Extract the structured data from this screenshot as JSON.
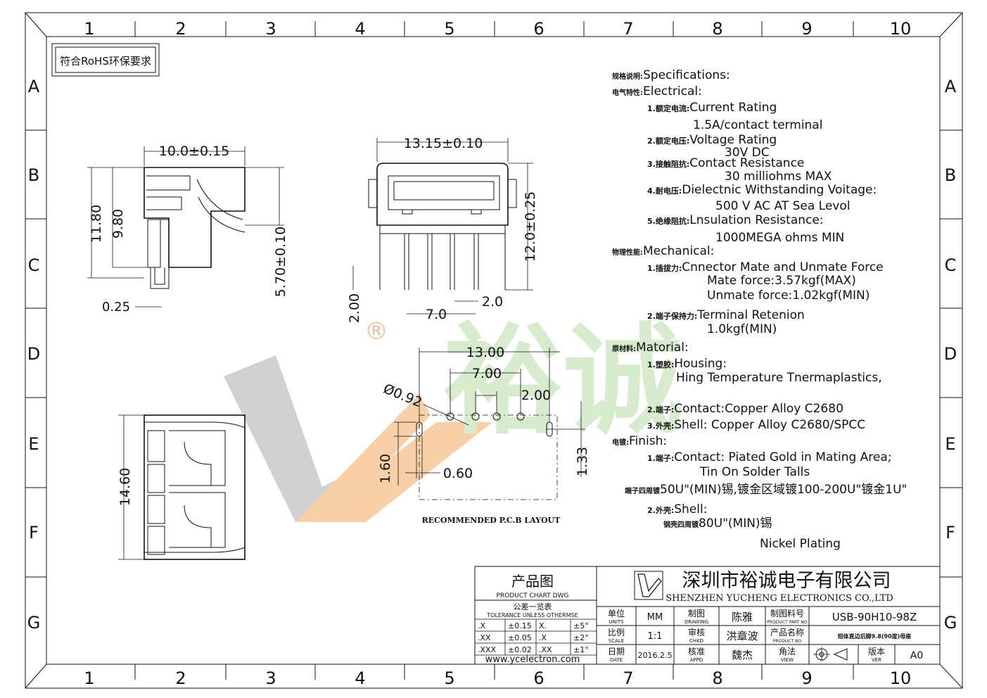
{
  "frame": {
    "col_labels": [
      "1",
      "2",
      "3",
      "4",
      "5",
      "6",
      "7",
      "8",
      "9",
      "10"
    ],
    "row_labels": [
      "A",
      "B",
      "C",
      "D",
      "E",
      "F",
      "G"
    ]
  },
  "rohs_badge": "符合RoHS环保要求",
  "side_view": {
    "width_dim": "10.0±0.15",
    "height_outer": "11.80",
    "height_inner": "9.80",
    "pin_offset": "5.70±0.10",
    "thickness": "0.25"
  },
  "front_view": {
    "width_dim": "13.15±0.10",
    "height_dim": "12.0±0.25",
    "pin_length": "2.00",
    "pin_pitch": "2.0",
    "pin_span": "7.0"
  },
  "pcb_layout": {
    "width": "13.00",
    "pin_span": "7.00",
    "pin_pitch": "2.00",
    "hole_dia": "Ø0.92",
    "slot_height": "1.60",
    "slot_width": "0.60",
    "offset": "1.33",
    "caption": "RECOMMENDED  P.C.B LAYOUT"
  },
  "bottom_view": {
    "height_dim": "14.60"
  },
  "specs": [
    {
      "zh": "规格说明:",
      "en": "Specifications:",
      "indent": 0
    },
    {
      "zh": "电气特性:",
      "en": "Electrical:",
      "indent": 0
    },
    {
      "zh": "1.额定电流:",
      "en": "Current  Rating",
      "indent": 1
    },
    {
      "zh": "",
      "en": "1.5A/contact  terminal",
      "indent": 2
    },
    {
      "zh": "2.额定电压:",
      "en": "Voltage  Rating",
      "indent": 1
    },
    {
      "zh": "",
      "en": "30V  DC",
      "indent": 3
    },
    {
      "zh": "3.接触阻抗:",
      "en": "Contact  Resistance",
      "indent": 1
    },
    {
      "zh": "",
      "en": "30  milliohms  MAX",
      "indent": 3
    },
    {
      "zh": "4.耐电压:",
      "en": "Dielectnic  Withstanding  Voitage:",
      "indent": 1
    },
    {
      "zh": "",
      "en": "500  V  AC  AT  Sea  Levol",
      "indent": 4
    },
    {
      "zh": "5.绝缘阻抗:",
      "en": "Lnsulation  Resistance:",
      "indent": 1
    },
    {
      "zh": "",
      "en": "1000MEGA  ohms  MIN",
      "indent": 4
    },
    {
      "zh": "物理性能:",
      "en": "Mechanical:",
      "indent": 0
    },
    {
      "zh": "1.插拔力:",
      "en": "Cnnector  Mate  and  Unmate  Force",
      "indent": 1
    },
    {
      "zh": "",
      "en": "Mate  force:3.57kgf(MAX)",
      "indent": 5
    },
    {
      "zh": "",
      "en": "Unmate  force:1.02kgf(MIN)",
      "indent": 5
    },
    {
      "zh": "2.端子保持力:",
      "en": "Terminal  Retenion",
      "indent": 1
    },
    {
      "zh": "",
      "en": "1.0kgf(MIN)",
      "indent": 5
    },
    {
      "zh": "原材料:",
      "en": "Matorial:",
      "indent": 0
    },
    {
      "zh": "1.塑胶:",
      "en": "Housing:",
      "indent": 1
    },
    {
      "zh": "",
      "en": "Hing  Temperature    Tnermaplastics,",
      "indent": 6
    },
    {
      "zh": "2.端子:",
      "en": "Contact:Copper  Alloy  C2680",
      "indent": 1
    },
    {
      "zh": "3.外壳:",
      "en": "Shell:  Copper  Alloy  C2680/SPCC",
      "indent": 1
    },
    {
      "zh": "电镀:",
      "en": "Finish:",
      "indent": 0
    },
    {
      "zh": "1.端子:",
      "en": "Contact:  Piated  Gold  in  Mating  Area;",
      "indent": 1
    },
    {
      "zh": "",
      "en": "Tin  On  Solder  Talls",
      "indent": 7
    },
    {
      "zh": "端子四周镀",
      "en": "50U\"(MIN)锡,镀金区域镀100-200U\"镀金1U\"",
      "indent": 8
    },
    {
      "zh": "2.外壳:",
      "en": "Shell:",
      "indent": 1
    },
    {
      "zh": "钢壳四周镀",
      "en": "80U\"(MIN)锡",
      "indent": 9
    },
    {
      "zh": "",
      "en": "Nickel  Plating",
      "indent": 10
    }
  ],
  "title_block": {
    "product_drawing_zh": "产品图",
    "product_drawing_en": "PRODUCT CHART DWG",
    "tolerance_zh": "公差一览表",
    "tolerance_en": "TOLERANCE UNLESS OTHERMSE",
    "tolerance_rows": [
      [
        ".X",
        "±0.15",
        "X.",
        "±5°"
      ],
      [
        ".XX",
        "±0.05",
        ".X",
        "±2°"
      ],
      [
        ".XXX",
        "±0.02",
        ".XX",
        "±1°"
      ]
    ],
    "website": "www.ycelectron.com",
    "company_zh": "深圳市裕诚电子有限公司",
    "company_en": "SHENZHEN YUCHENG ELECTRONICS CO.,LTD",
    "units_label_zh": "单位",
    "units_label_en": "UNITS",
    "units_value": "MM",
    "scale_label_zh": "比例",
    "scale_label_en": "SCALE",
    "scale_value": "1:1",
    "date_label_zh": "日期",
    "date_label_en": "DATE",
    "date_value": "2016.2.5",
    "drawing_label_zh": "制图",
    "drawing_label_en": "DRAWING",
    "drawing_value": "陈雅",
    "check_label_zh": "审核",
    "check_label_en": "CHKD",
    "check_value": "洪章波",
    "appd_label_zh": "核准",
    "appd_label_en": "APPD",
    "appd_value": "魏杰",
    "part_label_zh": "制图料号",
    "part_label_en": "PRODUCT PART NO",
    "part_value": "USB-90H10-98Z",
    "name_label_zh": "产品名称",
    "name_label_en": "PRODUCT NO",
    "name_value": "短体直边后脚9.8(90度)母座",
    "view_label_zh": "角法",
    "view_label_en": "VIEW",
    "ver_label_zh": "版本",
    "ver_label_en": "VER",
    "ver_value": "A0"
  },
  "watermark": {
    "text": "裕诚",
    "registered": "®",
    "green": "#cfe9c4",
    "orange": "#f6c89a",
    "grey": "#c9c9c9"
  }
}
